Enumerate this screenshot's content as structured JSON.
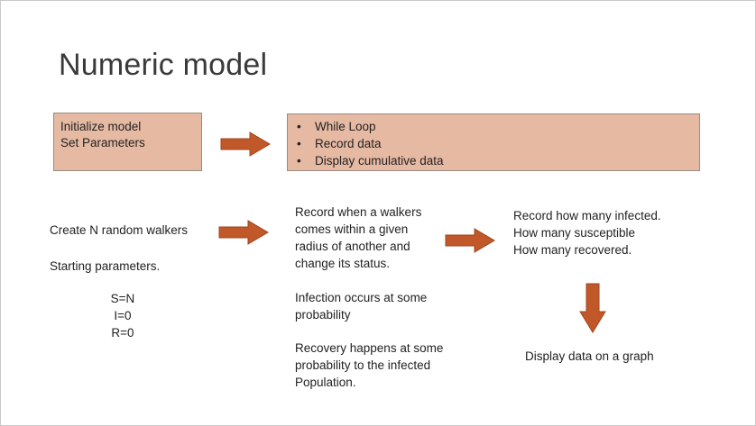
{
  "title": "Numeric model",
  "box_init": {
    "line1": "Initialize  model",
    "line2": "Set Parameters"
  },
  "box_loop": {
    "items": [
      "While Loop",
      "Record data",
      "Display cumulative data"
    ]
  },
  "walkers": {
    "create": "Create N random walkers",
    "starting": "Starting parameters.",
    "s": "S=N",
    "i": "I=0",
    "r": "R=0"
  },
  "record": {
    "line1": "Record when a walkers",
    "line2": "comes within a given",
    "line3": "radius of another and",
    "line4": "change its status.",
    "infection1": "Infection occurs at some",
    "infection2": "probability",
    "recovery1": "Recovery happens at some",
    "recovery2": "probability to the infected",
    "recovery3": "Population."
  },
  "counts": {
    "line1": "Record how many infected.",
    "line2": "How many susceptible",
    "line3": "How many recovered."
  },
  "display": "Display data on a graph",
  "colors": {
    "box_fill": "#e6b9a3",
    "arrow_fill": "#c0582a",
    "arrow_stroke": "#a0461f"
  }
}
